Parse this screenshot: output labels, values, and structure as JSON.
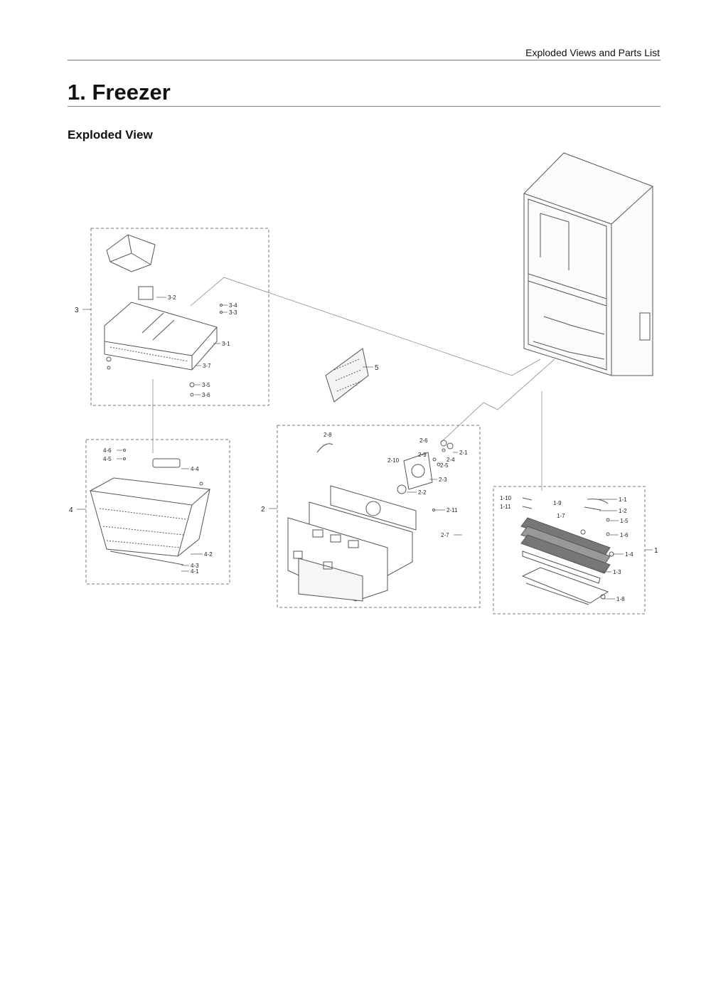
{
  "header": {
    "section": "Exploded Views and Parts List"
  },
  "page_title": "1.  Freezer",
  "section_title": "Exploded View",
  "groups": {
    "g1": {
      "number": "1",
      "parts": [
        "1-1",
        "1-2",
        "1-3",
        "1-4",
        "1-5",
        "1-6",
        "1-7",
        "1-8",
        "1-9",
        "1-10",
        "1-11"
      ]
    },
    "g2": {
      "number": "2",
      "parts": [
        "2-1",
        "2-2",
        "2-3",
        "2-4",
        "2-5",
        "2-6",
        "2-7",
        "2-8",
        "2-9",
        "2-10",
        "2-11"
      ]
    },
    "g3": {
      "number": "3",
      "parts": [
        "3-1",
        "3-2",
        "3-3",
        "3-4",
        "3-5",
        "3-6",
        "3-7"
      ]
    },
    "g4": {
      "number": "4",
      "parts": [
        "4-1",
        "4-2",
        "4-3",
        "4-4",
        "4-5",
        "4-6"
      ]
    },
    "g5": {
      "number": "5"
    }
  }
}
